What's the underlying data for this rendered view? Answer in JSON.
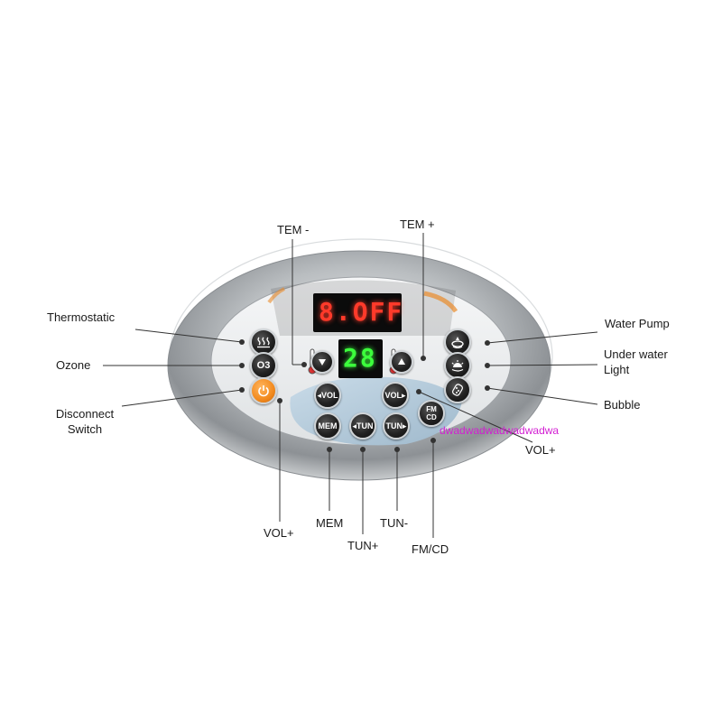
{
  "labels": {
    "tem_minus": "TEM -",
    "tem_plus": "TEM +",
    "thermostatic": "Thermostatic",
    "ozone": "Ozone",
    "disconnect_line1": "Disconnect",
    "disconnect_line2": "Switch",
    "water_pump": "Water Pump",
    "under_water_light_line1": "Under water",
    "under_water_light_line2": "Light",
    "bubble": "Bubble",
    "vol_plus_right": "VOL+",
    "vol_plus_left": "VOL+",
    "mem": "MEM",
    "tun_plus": "TUN+",
    "tun_minus": "TUN-",
    "fm_cd": "FM/CD"
  },
  "watermark": "dwadwadwadwadwadwa",
  "display": {
    "top_text": "8.OFF",
    "bottom_text": "28",
    "top_color": "#ff3a2a",
    "bottom_color": "#3cff3c"
  },
  "buttons": {
    "vol_left": "VOL",
    "vol_right": "VOL",
    "mem": "MEM",
    "tun_left": "TUN",
    "tun_right": "TUN",
    "fm_cd_top": "FM",
    "fm_cd_bottom": "CD",
    "ozone": "O3"
  },
  "colors": {
    "power_button": "#f28a1e",
    "bezel": "#a7abae",
    "panel": "#eceef0",
    "blue_area": "#b8cede"
  }
}
